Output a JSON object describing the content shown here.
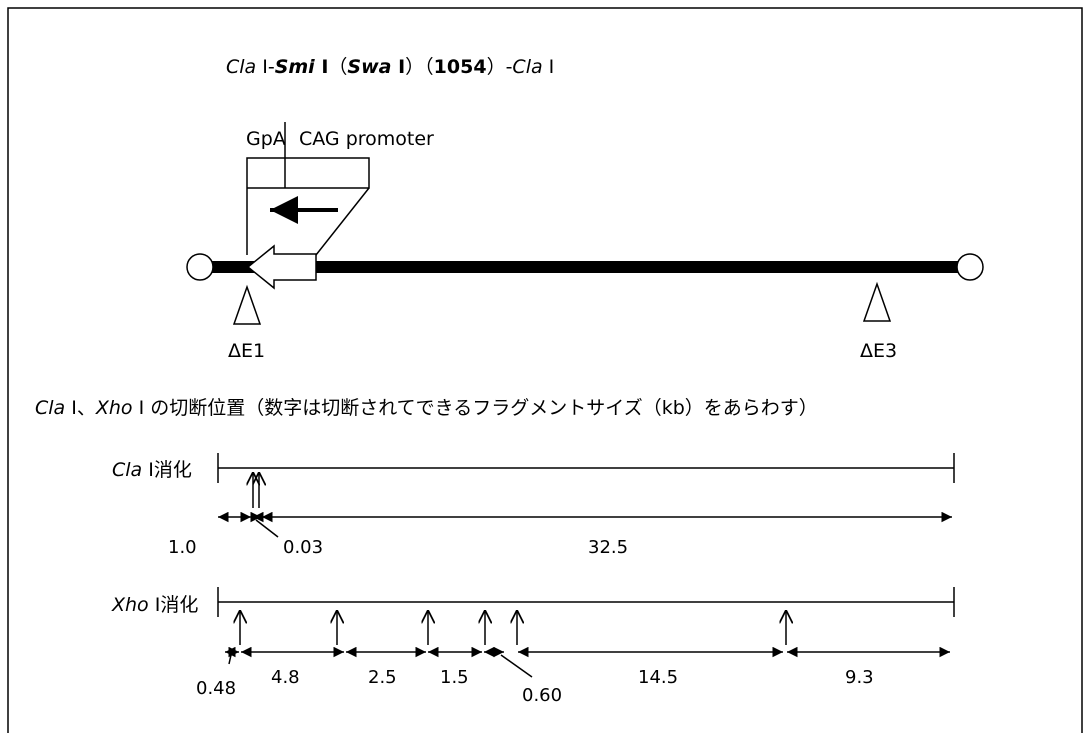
{
  "construct": {
    "title": {
      "p1": "Cla",
      "p2": " I-",
      "p3": "Smi",
      "p4": " I",
      "p5": "（",
      "p6": "Swa",
      "p7": " I",
      "p8": "）（",
      "p9": "1054",
      "p10": "）-",
      "p11": "Cla",
      "p12": " I"
    },
    "gpa_label": "GpA",
    "promoter_label": "CAG promoter",
    "deletion_1": "ΔE1",
    "deletion_3": "ΔE3"
  },
  "sites_heading": {
    "p1": "Cla",
    "p2": " I、",
    "p3": "Xho",
    "p4": " I の切断位置（数字は切断されてできるフラグメントサイズ（kb）をあらわす）"
  },
  "cla_digest": {
    "enzyme": "Cla",
    "suffix": " I消化",
    "fragments": [
      "1.0",
      "0.03",
      "32.5"
    ]
  },
  "xho_digest": {
    "enzyme": "Xho",
    "suffix": " I消化",
    "fragments": [
      "0.48",
      "4.8",
      "2.5",
      "1.5",
      "0.60",
      "14.5",
      "9.3"
    ]
  },
  "colors": {
    "ink": "#000000",
    "background": "#ffffff"
  }
}
